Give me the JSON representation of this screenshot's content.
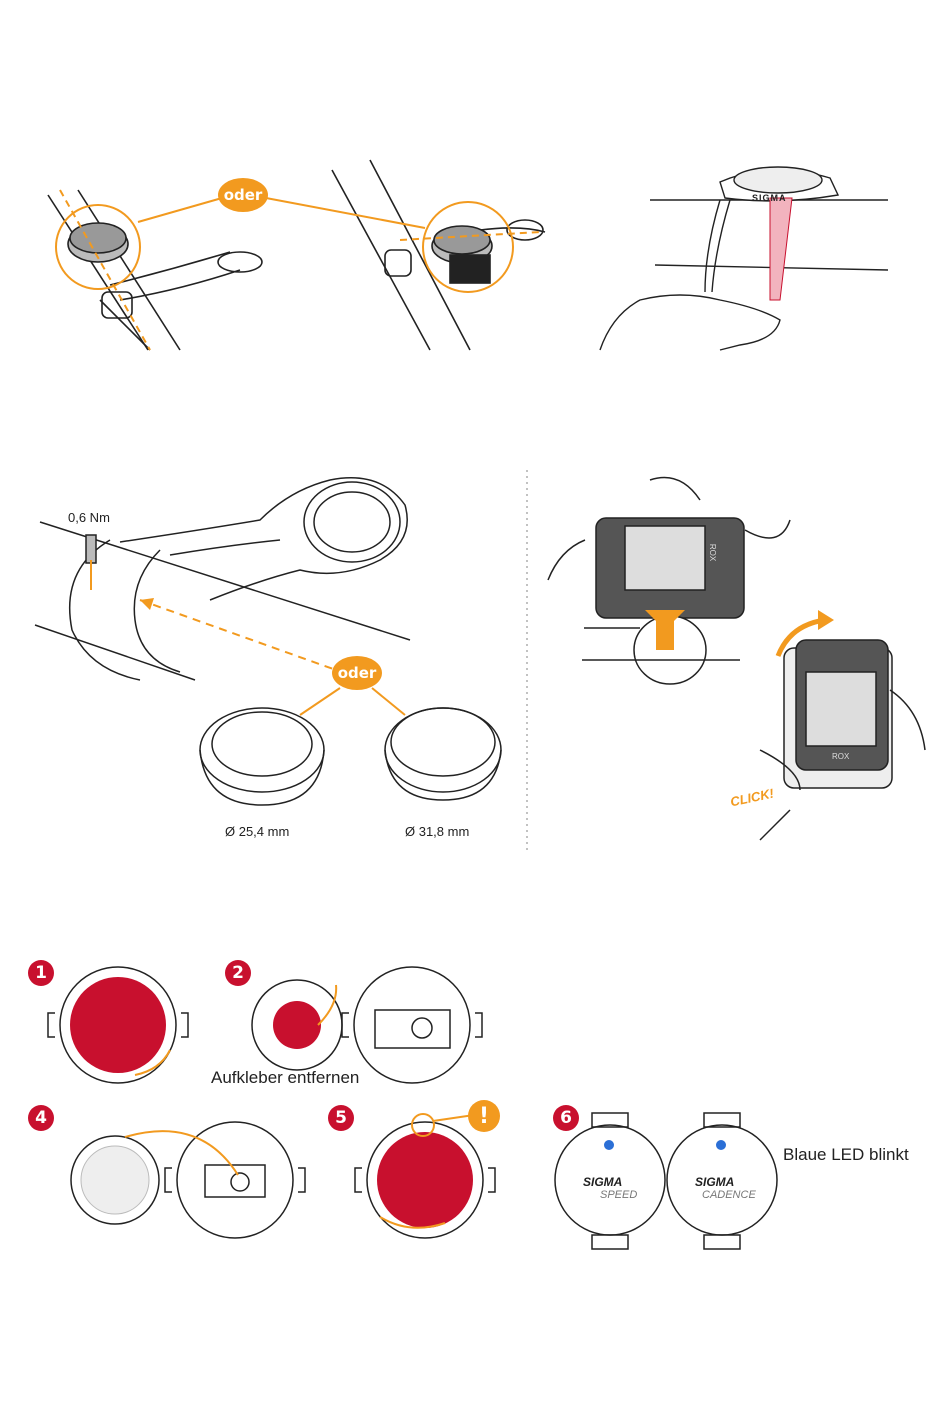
{
  "section1": {
    "oder_label": "oder",
    "sigma_logo": "SIGMA"
  },
  "section2": {
    "torque": "0,6 Nm",
    "oder_label": "oder",
    "ring_small": "Ø 25,4 mm",
    "ring_large": "Ø 31,8 mm",
    "device_brand": "ROX",
    "click": "CLICK!"
  },
  "section3": {
    "steps": [
      "1",
      "2",
      "4",
      "5",
      "6"
    ],
    "remove_sticker": "Aufkleber entfernen",
    "warning": "!",
    "speed_brand": "SIGMA",
    "speed_label": "SPEED",
    "cadence_brand": "SIGMA",
    "cadence_label": "CADENCE",
    "led_text": "Blaue LED blinkt"
  },
  "colors": {
    "accent_orange": "#f29a1f",
    "sigma_red": "#c8102e",
    "led_blue": "#2b6fd6"
  }
}
